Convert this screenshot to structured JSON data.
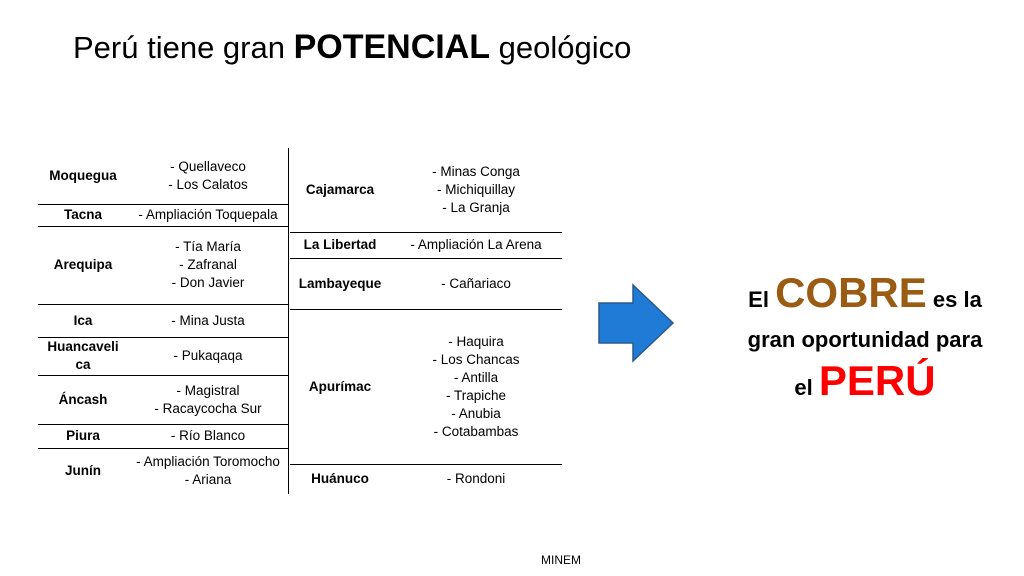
{
  "title": {
    "prefix": "Perú tiene gran ",
    "bold": "POTENCIAL",
    "suffix": " geológico"
  },
  "left_table": [
    {
      "region": "Moquegua",
      "projects": [
        "- Quellaveco",
        "- Los Calatos"
      ]
    },
    {
      "region": "Tacna",
      "projects": [
        "- Ampliación Toquepala"
      ]
    },
    {
      "region": "Arequipa",
      "projects": [
        "- Tía María",
        "- Zafranal",
        "- Don Javier"
      ]
    },
    {
      "region": "Ica",
      "projects": [
        "- Mina Justa"
      ]
    },
    {
      "region": "Huancavelica",
      "region_lines": [
        "Huancaveli",
        "ca"
      ],
      "projects": [
        "- Pukaqaqa"
      ]
    },
    {
      "region": "Áncash",
      "projects": [
        "- Magistral",
        "- Racaycocha Sur"
      ]
    },
    {
      "region": "Piura",
      "projects": [
        "- Río Blanco"
      ]
    },
    {
      "region": "Junín",
      "projects": [
        "- Ampliación Toromocho",
        "- Ariana"
      ]
    }
  ],
  "right_table": [
    {
      "region": "Cajamarca",
      "projects": [
        "- Minas Conga",
        "- Michiquillay",
        "- La Granja"
      ]
    },
    {
      "region": "La Libertad",
      "projects": [
        "- Ampliación La Arena"
      ]
    },
    {
      "region": "Lambayeque",
      "projects": [
        "- Cañariaco"
      ]
    },
    {
      "region": "Apurímac",
      "projects": [
        "- Haquira",
        "- Los Chancas",
        "- Antilla",
        "- Trapiche",
        "- Anubia",
        "- Cotabambas"
      ]
    },
    {
      "region": "Huánuco",
      "projects": [
        "- Rondoni"
      ]
    }
  ],
  "callout": {
    "el1": "El ",
    "cobre": "COBRE",
    "es_la": " es la",
    "line2": "gran oportunidad para",
    "el2": "el ",
    "peru": "PERÚ"
  },
  "colors": {
    "cobre": "#9a5b13",
    "peru": "#ff0000",
    "arrow_fill": "#1f7bd6",
    "arrow_stroke": "#2a5a8c"
  },
  "footer": "MINEM"
}
